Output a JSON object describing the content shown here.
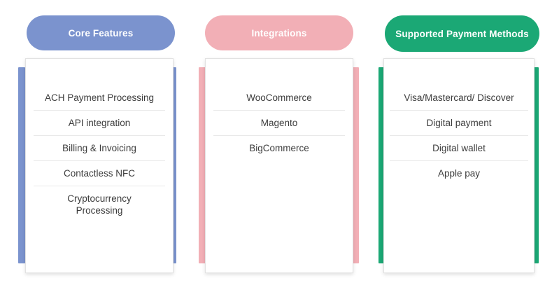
{
  "background_color": "#ffffff",
  "columns": [
    {
      "id": "core-features",
      "header": "Core Features",
      "accent_color": "#7b93ce",
      "header_text_color": "#ffffff",
      "items": [
        "ACH Payment Processing",
        "API integration",
        "Billing & Invoicing",
        "Contactless NFC",
        "Cryptocurrency\nProcessing"
      ]
    },
    {
      "id": "integrations",
      "header": "Integrations",
      "accent_color": "#f2afb6",
      "header_text_color": "#ffffff",
      "items": [
        "WooCommerce",
        "Magento",
        "BigCommerce"
      ]
    },
    {
      "id": "supported-payment-methods",
      "header": "Supported Payment Methods",
      "accent_color": "#1ba875",
      "header_text_color": "#ffffff",
      "items": [
        "Visa/Mastercard/ Discover",
        "Digital payment",
        "Digital wallet",
        "Apple pay"
      ]
    }
  ]
}
